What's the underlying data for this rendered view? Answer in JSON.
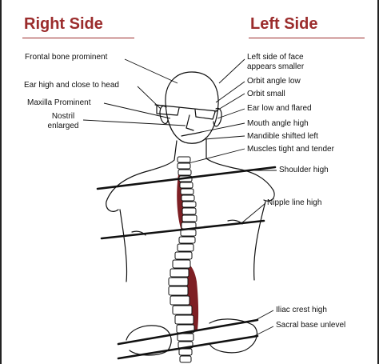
{
  "headings": {
    "right": "Right Side",
    "left": "Left Side"
  },
  "colors": {
    "heading": "#9b2c2c",
    "muscle": "#7e1f24",
    "line": "#111111"
  },
  "right_labels": {
    "frontal": "Frontal bone prominent",
    "ear_high": "Ear high and close to head",
    "maxilla": "Maxilla Prominent",
    "nostril_line1": "Nostril",
    "nostril_line2": "enlarged"
  },
  "left_labels": {
    "face_line1": "Left side of face",
    "face_line2": "appears smaller",
    "orbit_low": "Orbit angle low",
    "orbit_small": "Orbit small",
    "ear_low": "Ear low and flared",
    "mouth": "Mouth angle high",
    "mandible": "Mandible shifted left",
    "muscles": "Muscles tight and tender",
    "shoulder": "Shoulder high",
    "nipple": "Nipple line high",
    "iliac": "Iliac crest high",
    "sacral": "Sacral base unlevel"
  }
}
